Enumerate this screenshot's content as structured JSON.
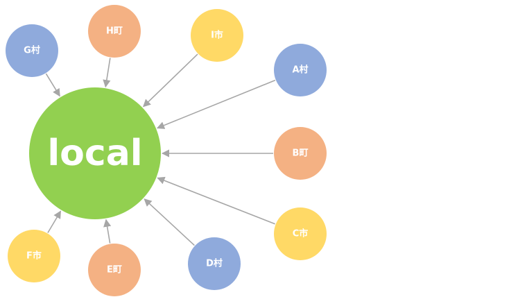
{
  "hub": {
    "label": "local",
    "color": "#92d050"
  },
  "colors": {
    "blue": "#8faadc",
    "orange": "#f4b183",
    "yellow": "#ffd966",
    "arrow": "#a6a6a6"
  },
  "nodes": [
    {
      "id": "g",
      "label": "G村",
      "color": "#8faadc"
    },
    {
      "id": "h",
      "label": "H町",
      "color": "#f4b183"
    },
    {
      "id": "i",
      "label": "I市",
      "color": "#ffd966"
    },
    {
      "id": "a",
      "label": "A村",
      "color": "#8faadc"
    },
    {
      "id": "b",
      "label": "B町",
      "color": "#f4b183"
    },
    {
      "id": "c",
      "label": "C市",
      "color": "#ffd966"
    },
    {
      "id": "d",
      "label": "D村",
      "color": "#8faadc"
    },
    {
      "id": "e",
      "label": "E町",
      "color": "#f4b183"
    },
    {
      "id": "f",
      "label": "F市",
      "color": "#ffd966"
    }
  ],
  "edges": [
    {
      "from": "g",
      "to": "hub"
    },
    {
      "from": "h",
      "to": "hub"
    },
    {
      "from": "i",
      "to": "hub"
    },
    {
      "from": "a",
      "to": "hub"
    },
    {
      "from": "b",
      "to": "hub"
    },
    {
      "from": "c",
      "to": "hub"
    },
    {
      "from": "d",
      "to": "hub"
    },
    {
      "from": "e",
      "to": "hub"
    },
    {
      "from": "f",
      "to": "hub"
    }
  ]
}
